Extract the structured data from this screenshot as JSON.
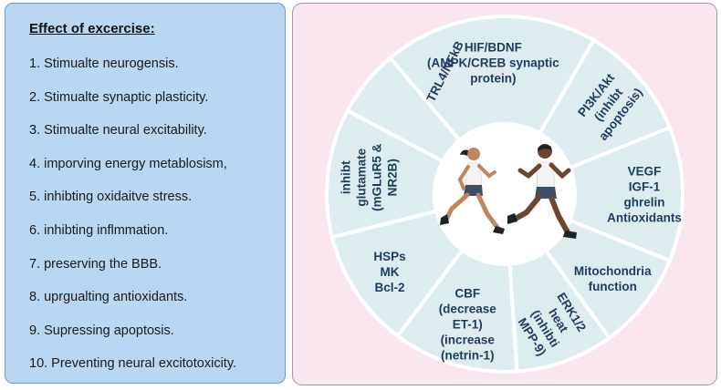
{
  "left": {
    "title": "Effect of excercise:",
    "items": [
      "1. Stimualte neurogensis.",
      "2. Stimualte synaptic plasticity.",
      "3. Stimualte neural excitability.",
      "4. imporving energy metablosism,",
      "5. inhibting oxidaitve stress.",
      "6. inhibting inflmmation.",
      "7. preserving the BBB.",
      "8. uprgualting antioxidants.",
      "9. Supressing apoptosis.",
      "10. Preventing neural excitotoxicity."
    ]
  },
  "wheel": {
    "segment_color": "#dcecef",
    "line_color": "#ffffff",
    "center_icon": "runners-icon",
    "segments": [
      {
        "lines": [
          "HIF/BDNF",
          "(AMPK/CREB synaptic",
          "protein)"
        ]
      },
      {
        "lines": [
          "PI3K/Akt",
          "(inhibt",
          "apoptosis)"
        ]
      },
      {
        "lines": [
          "VEGF",
          "IGF-1",
          "ghrelin",
          "Antioxidants"
        ]
      },
      {
        "lines": [
          "Mitochondria",
          "function"
        ]
      },
      {
        "lines": [
          "ERK1/2",
          "heat",
          "(inhibti",
          "MPP-9)"
        ]
      },
      {
        "lines": [
          "CBF",
          "(decrease",
          "ET-1)",
          "(increase",
          "(netrin-1)"
        ]
      },
      {
        "lines": [
          "HSPs",
          "MK",
          "Bcl-2"
        ]
      },
      {
        "lines": [
          "inhibt",
          "glutamate",
          "(mGLuR5 &",
          "NR2B)"
        ]
      },
      {
        "lines": [
          "TRL4/NFkB"
        ]
      }
    ]
  }
}
